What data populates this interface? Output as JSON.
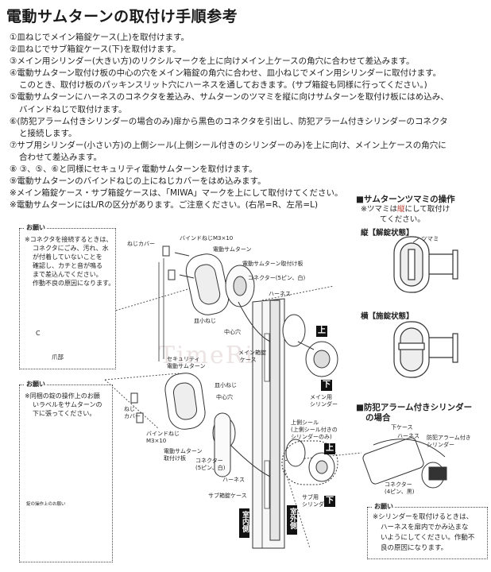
{
  "title": "電動サムターンの取付け手順参考",
  "steps": [
    "①皿ねじでメイン箱錠ケース(上)を取付けます。",
    "②皿ねじでサブ箱錠ケース(下)を取付けます。",
    "③メイン用シリンダー(大きい方)のリクシルマークを上に向けメイン上ケースの角穴に合わせて差込みます。",
    "④電動サムターン取付け板の中心の穴をメイン箱錠の角穴に合わせ、皿小ねじでメイン用シリンダーに取付けます。",
    "このとき、取付け板のパッキンスリット穴にハーネスを通しておきます。(サブ箱錠も同様に行ってください。)",
    "⑤電動サムターンにハーネスのコネクタを差込み、サムターンのツマミを縦に向けサムターンを取付け板にはめ込み、",
    "バインドねじで取付けます。",
    "⑥(防犯アラーム付きシリンダーの場合のみ)扉から黒色のコネクタを引出し、防犯アラーム付きシリンダーのコネクタ",
    "と接続します。",
    "⑦サブ用シリンダー(小さい方)の上側シール(上側シール付きのシリンダーのみ)を上に向け、メイン上ケースの角穴に",
    "合わせて差込みます。",
    "⑧ ③、⑤、⑥と同様にセキュリティ電動サムターンを取付けます。",
    "⑨電動サムターンのバインドねじの上にねじカバーをはめ込みます。",
    "※メイン箱錠ケース・サブ箱錠ケースは、「MIWA」マークを上にして取付けてください。",
    "※電動サムターンにはL/Rの区分があります。ご注意ください。(右吊=R、左吊=L)"
  ],
  "knob": {
    "heading": "■サムターンツマミの操作",
    "note_a": "※ツマミは",
    "note_red": "縦",
    "note_b": "にして取付け",
    "note_c": "てください。",
    "unlocked": "縦【解錠状態】",
    "locked": "横【施錠状態】",
    "knob_label": "ツマミ"
  },
  "alarm": {
    "heading": "■防犯アラーム付きシリンダー",
    "heading2": "の場合",
    "labels": [
      "下ケース",
      "ハーネス",
      "防犯アラーム付き",
      "シリンダー",
      "コネクター",
      "(4ピン、黒)"
    ]
  },
  "note1": {
    "tag": "お願い",
    "lines": [
      "※コネクタを接続するときは、",
      "コネクタにごみ、汚れ、水",
      "が付着していないことを",
      "確認し、カチと音が鳴る",
      "まで差込んでください。",
      "作動不良の原因になります。"
    ],
    "c_label": "C",
    "bottom": "爪部"
  },
  "note2": {
    "tag": "お願い",
    "lines": [
      "※同梱の錠の操作上のお願",
      "いラベルをサムターンの",
      "下に張ってください。"
    ],
    "sticker": "錠の操作上のお願い"
  },
  "note3": {
    "tag": "お願い",
    "lines": [
      "※シリンダーを取付けるときは、",
      "ハーネスを扉内でかみ込まな",
      "いようにしてください。作動不",
      "良の原因になります。"
    ]
  },
  "diagram": {
    "upper": [
      "ねじカバー",
      "バインドねじM3×10",
      "電動サムターン",
      "電動サムターン取付け板",
      "コネクター(5ピン、白)",
      "ハーネス",
      "皿小ねじ",
      "中心穴",
      "メイン箱錠",
      "ケース",
      "セキュリティ",
      "電動サムターン",
      "メイン用",
      "シリンダー"
    ],
    "lower": [
      "皿小ねじ",
      "中心穴",
      "ねじ",
      "カバー",
      "バインドねじ",
      "M3×10",
      "電動サムターン",
      "取付け板",
      "コネクター",
      "(5ピン、白)",
      "ハーネス",
      "サブ箱錠ケース",
      "上側シール",
      "(上側シール付きの",
      "シリンダーのみ)",
      "サブ用",
      "シリンダー"
    ],
    "up": "上",
    "down": "下",
    "indoor": "室内側",
    "outdoor": "室外側",
    "watermark": "TimeRich"
  }
}
